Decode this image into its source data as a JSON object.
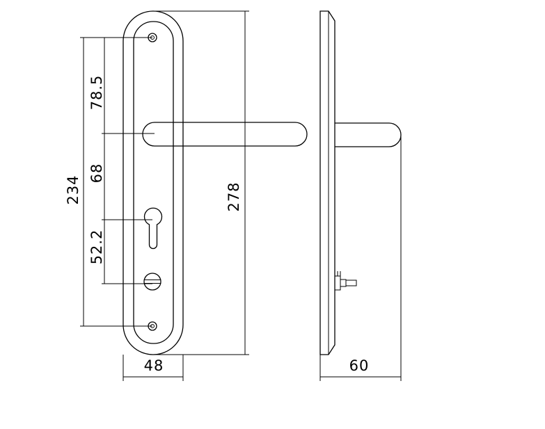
{
  "dimensions": {
    "height_total": "278",
    "hole_span": "234",
    "top_to_handle": "78.5",
    "handle_to_keyhole": "68",
    "keyhole_to_turn": "52.2",
    "width_plate": "48",
    "depth": "60"
  }
}
